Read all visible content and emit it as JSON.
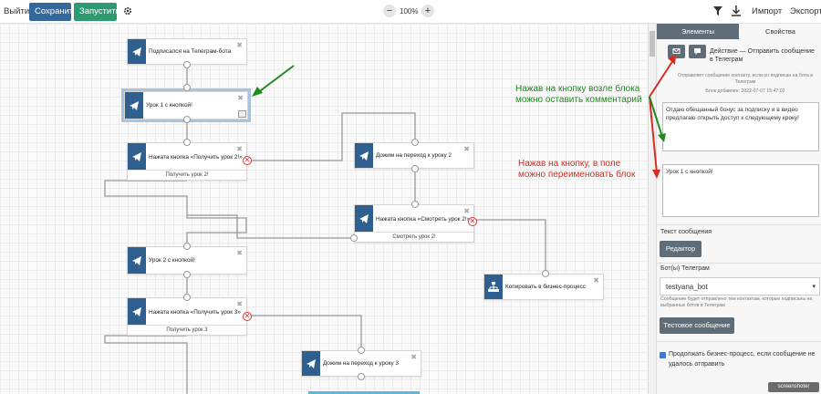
{
  "toolbar": {
    "exit": "Выйти",
    "save": "Сохранить",
    "run": "Запустить",
    "zoom": "100%",
    "import": "Импорт",
    "export": "Экспорт"
  },
  "nodes": {
    "n1": "Подписался на Телеграм-бота",
    "n2": "Урок 1 с кнопкой!",
    "n3": "Нажата кнопка «Получить урок 2!»",
    "n3_sub": "Получить урок 2!",
    "n4": "Дожим на переход к уроку 2",
    "n5": "Нажата кнопка «Смотреть урок 2!»",
    "n5_sub": "Смотреть урок 2!",
    "n6": "Урок 2 с кнопкой!",
    "n7": "Копировать в бизнес-процесс",
    "n8": "Нажата кнопка «Получить урок 3»",
    "n8_sub": "Получить урок 3",
    "n9": "Дожим на переход к уроку 3"
  },
  "panel": {
    "tab_elements": "Элементы",
    "tab_properties": "Свойства",
    "action_title": "Действие — Отправить сообщение в Телеграм",
    "action_hint": "Отправляет сообщение контакту, если он подписан на бота в Телеграм",
    "block_added": "Блок добавлен: 2022-07-07 15:47:02",
    "comment_text": "Отдаю обещанный бонус за подписку и в видео предлагаю открыть доступ к следующему кроку!",
    "name_text": "Урок 1 с кнопкой!",
    "message_label": "Текст сообщения",
    "editor_btn": "Редактор",
    "bots_label": "Бот(ы) Телеграм",
    "bot_value": "testyana_bot",
    "bots_hint": "Сообщение будет отправлено тем контактам, которые подписаны на выбранных ботов в Телеграм",
    "test_btn": "Тестовое сообщение",
    "continue_label": "Продолжать бизнес-процесс, если сообщение не удалось отправить"
  },
  "notes": {
    "green": "Нажав на кнопку возле блока можно оставить комментарий",
    "red": "Нажав на кнопку, в поле можно переименовать блок"
  },
  "watermark": "screenshoter",
  "colors": {
    "primary": "#34679b",
    "success": "#2d9b6f",
    "accent_red": "#d62d20",
    "accent_green": "#1f8a1f"
  }
}
